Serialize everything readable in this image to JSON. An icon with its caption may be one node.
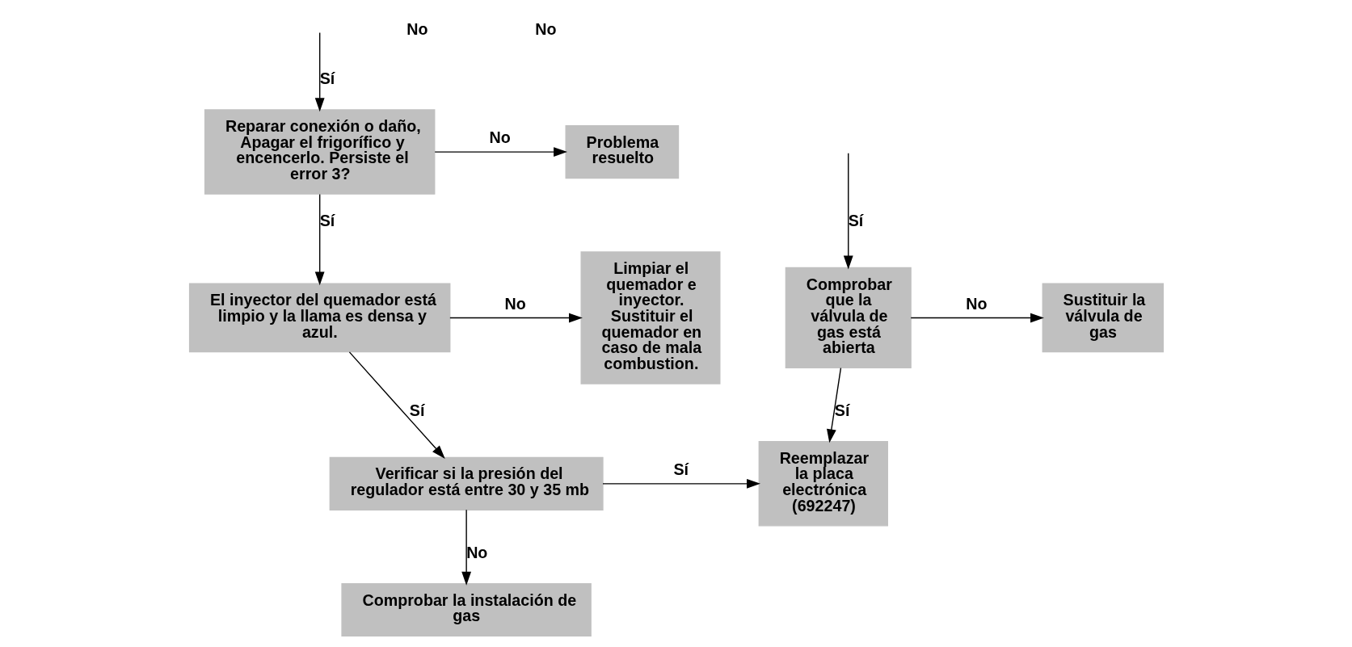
{
  "diagram": {
    "nodes": [
      {
        "text": [
          "Reparar conexión o daño, Apagar el frigorífico y encencerlo. Persiste el error 3?"
        ]
      },
      {
        "text": [
          "El inyector del quemador está limpio y la llama es densa y azul."
        ]
      },
      {
        "text": [
          "Verificar si la presión del regulador está entre 30 y 35 mb"
        ]
      },
      {
        "text": [
          "Comprobar la instalación de gas"
        ]
      },
      {
        "text": [
          "Comprobar que la válvula de gas está abierta"
        ]
      },
      {
        "text": [
          "Reemplazar la placa electrónica (692247)"
        ]
      },
      {
        "text": [
          "Problema resuelto"
        ]
      },
      {
        "text": [
          "Sustituir la válvula de gas"
        ]
      },
      {
        "text": [
          "Limpiar el quemador e inyector. Sustituir el quemador en caso de mala combustion."
        ]
      }
    ],
    "edges": [
      {
        "from": null,
        "to": 0,
        "arrow": "to",
        "label": "Sí"
      },
      {
        "from": 0,
        "to": 1,
        "arrow": "to",
        "label": "Sí"
      },
      {
        "from": 1,
        "to": 2,
        "arrow": "to",
        "label": "Sí"
      },
      {
        "from": 2,
        "to": 3,
        "arrow": "to",
        "label": "No"
      },
      {
        "from": null,
        "to": 4,
        "arrow": "to",
        "label": "Sí"
      },
      {
        "from": 0,
        "to": 6,
        "arrow": "to",
        "label": "No"
      },
      {
        "from": 4,
        "to": 7,
        "arrow": "to",
        "label": "No"
      },
      {
        "from": 1,
        "to": 8,
        "arrow": "to",
        "label": "No"
      },
      {
        "from": 4,
        "to": 5,
        "arrow": "to",
        "label": "Sí"
      },
      {
        "from": 2,
        "to": 5,
        "arrow": "to",
        "label": "Sí"
      }
    ],
    "labels": [
      "No",
      "No"
    ]
  }
}
